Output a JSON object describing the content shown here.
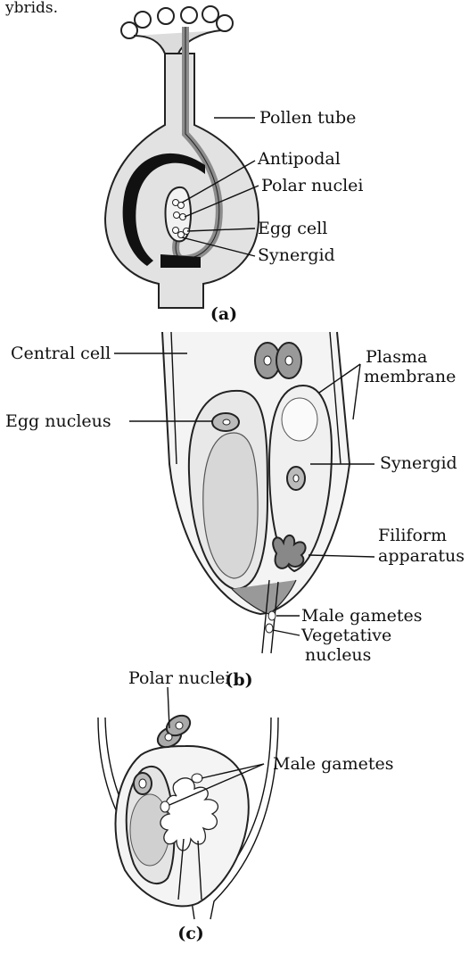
{
  "header_fragment": "ybrids.",
  "panel_a": {
    "caption": "(a)",
    "labels": {
      "pollen_tube": "Pollen tube",
      "antipodal": "Antipodal",
      "polar_nuclei": "Polar nuclei",
      "egg_cell": "Egg cell",
      "synergid": "Synergid"
    }
  },
  "panel_b": {
    "caption": "(b)",
    "labels": {
      "central_cell": "Central cell",
      "plasma_1": "Plasma",
      "plasma_2": "membrane",
      "egg_nucleus": "Egg nucleus",
      "synergid": "Synergid",
      "filiform_1": "Filiform",
      "filiform_2": "apparatus",
      "male_gametes": "Male gametes",
      "vegetative_1": "Vegetative",
      "vegetative_2": "nucleus"
    }
  },
  "panel_c": {
    "caption": "(c)",
    "labels": {
      "polar_nuclei": "Polar nuclei",
      "male_gametes": "Male gametes"
    }
  },
  "colors": {
    "tissue": "#dcdcdc",
    "tube": "#8c8c8c",
    "integument": "#111111",
    "outline": "#222222"
  }
}
